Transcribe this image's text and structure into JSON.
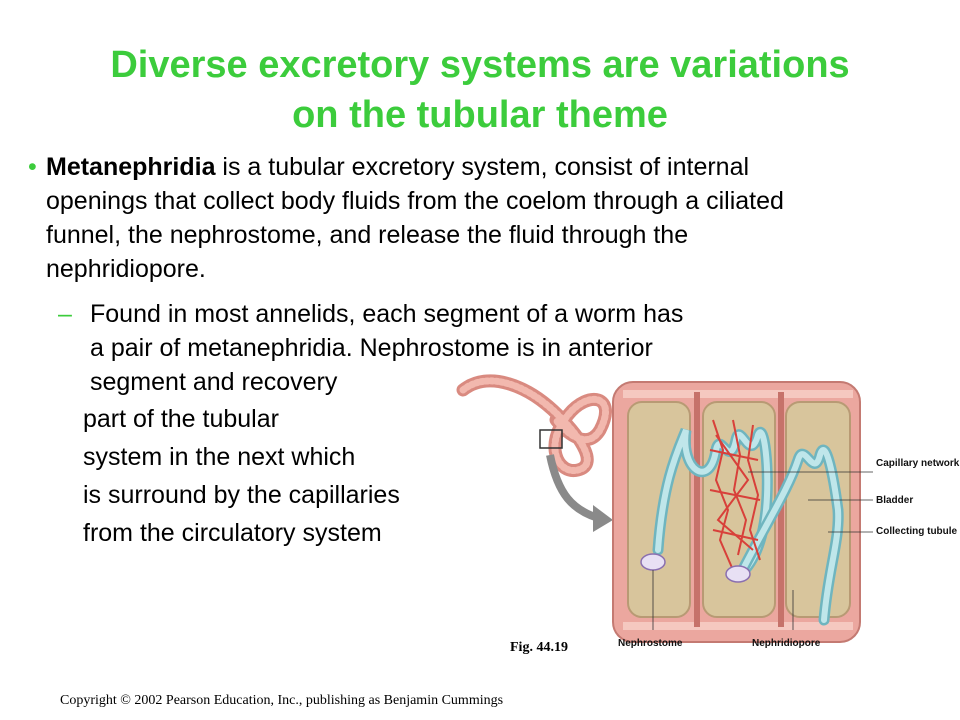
{
  "title": {
    "line1": "Diverse excretory systems are variations",
    "line2": "on the tubular theme"
  },
  "bullet": {
    "marker": "•",
    "term": "Metanephridia",
    "text": " is a tubular excretory system, consist of internal openings that collect body fluids from the coelom through a ciliated funnel, the nephrostome, and release the fluid through the nephridiopore."
  },
  "subbullet": {
    "marker": "–",
    "lines": [
      "Found in most annelids, each segment of a worm has",
      "a pair of metanephridia. Nephrostome is in anterior",
      "segment and recovery"
    ]
  },
  "continuation": [
    "part of the tubular",
    "system in the next which",
    "is surround by the capillaries",
    "from the circulatory system"
  ],
  "figure": {
    "labels": {
      "capillary_network": "Capillary network",
      "bladder": "Bladder",
      "collecting_tubule": "Collecting tubule",
      "nephrostome": "Nephrostome",
      "nephridiopore": "Nephridiopore"
    },
    "caption": "Fig. 44.19"
  },
  "copyright": "Copyright © 2002 Pearson Education, Inc., publishing as Benjamin Cummings",
  "colors": {
    "accent_green": "#3ccc3c",
    "tissue_pink": "#e9a39a",
    "tubule_blue": "#a7dbe0",
    "capillary_red": "#d8403a"
  }
}
